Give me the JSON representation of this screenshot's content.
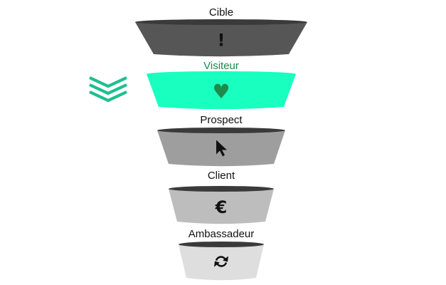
{
  "diagram": {
    "stages": [
      {
        "label": "Cible",
        "icon": "exclamation-icon",
        "glyph": "!",
        "body_color": "#565656",
        "rim_color": "#3a3a3a",
        "label_color": "#111111",
        "icon_color": "#111111",
        "active": false
      },
      {
        "label": "Visiteur",
        "icon": "heart-icon",
        "glyph": "♥",
        "body_color": "#19ffc0",
        "rim_color": "#19ffc0",
        "label_color": "#1a8a4a",
        "icon_color": "#1e8a4c",
        "active": true
      },
      {
        "label": "Prospect",
        "icon": "cursor-arrow-icon",
        "glyph": "",
        "body_color": "#9e9e9e",
        "rim_color": "#3a3a3a",
        "label_color": "#111111",
        "icon_color": "#111111",
        "active": false
      },
      {
        "label": "Client",
        "icon": "euro-icon",
        "glyph": "€",
        "body_color": "#bdbdbd",
        "rim_color": "#3a3a3a",
        "label_color": "#111111",
        "icon_color": "#111111",
        "active": false
      },
      {
        "label": "Ambassadeur",
        "icon": "refresh-icon",
        "glyph": "",
        "body_color": "#dedede",
        "rim_color": "#3a3a3a",
        "label_color": "#111111",
        "icon_color": "#111111",
        "active": false
      }
    ],
    "indicator": {
      "icon": "chevrons-down-icon",
      "color": "#1fbf8f"
    }
  }
}
